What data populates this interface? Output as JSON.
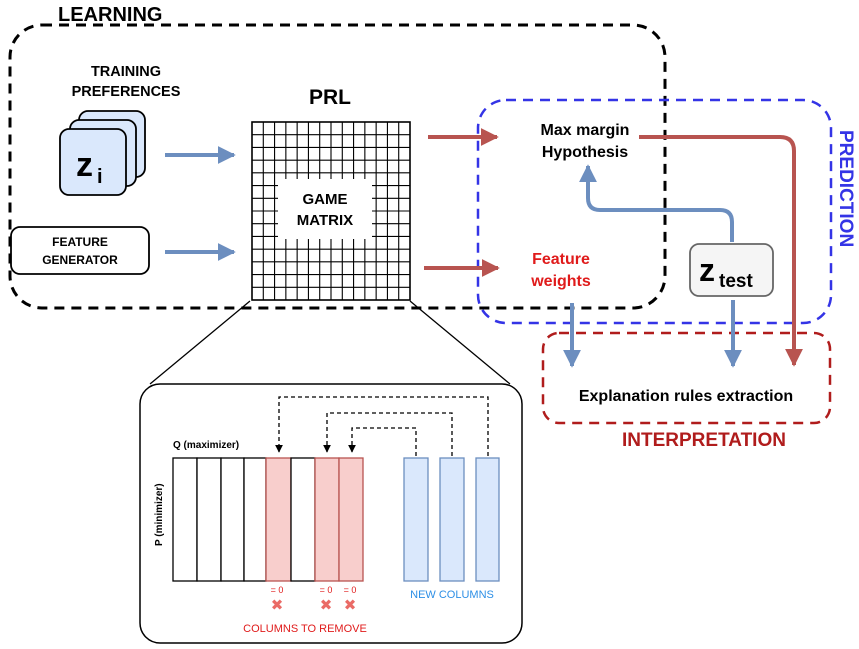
{
  "learning": {
    "title": "LEARNING"
  },
  "training": {
    "line1": "TRAINING",
    "line2": "PREFERENCES",
    "symbol": "z",
    "subscript": "i"
  },
  "feature_generator": {
    "line1": "FEATURE",
    "line2": "GENERATOR"
  },
  "prl": {
    "title": "PRL",
    "matrix_line1": "GAME",
    "matrix_line2": "MATRIX"
  },
  "prediction": {
    "title": "PREDICTION",
    "hypothesis_line1": "Max margin",
    "hypothesis_line2": "Hypothesis"
  },
  "feature_weights": {
    "line1": "Feature",
    "line2": "weights"
  },
  "ztest": {
    "symbol": "z",
    "subscript": "test"
  },
  "interpretation": {
    "title": "INTERPRETATION",
    "rules": "Explanation rules extraction"
  },
  "detail": {
    "q_label": "Q (maximizer)",
    "p_label": "P (minimizer)",
    "zero_label": "= 0",
    "remove_label": "COLUMNS TO REMOVE",
    "new_label": "NEW COLUMNS",
    "remove_mark": "✖"
  },
  "colors": {
    "learning_border": "#000000",
    "prediction_border": "#3434e6",
    "interpretation_border": "#b01c1c",
    "red_arrow": "#b85450",
    "blue_arrow": "#6c8ebf",
    "red_text": "#e01b1b",
    "remove_fill": "#f8cecc",
    "new_fill": "#dae8fc",
    "new_text": "#2d8fe6"
  }
}
